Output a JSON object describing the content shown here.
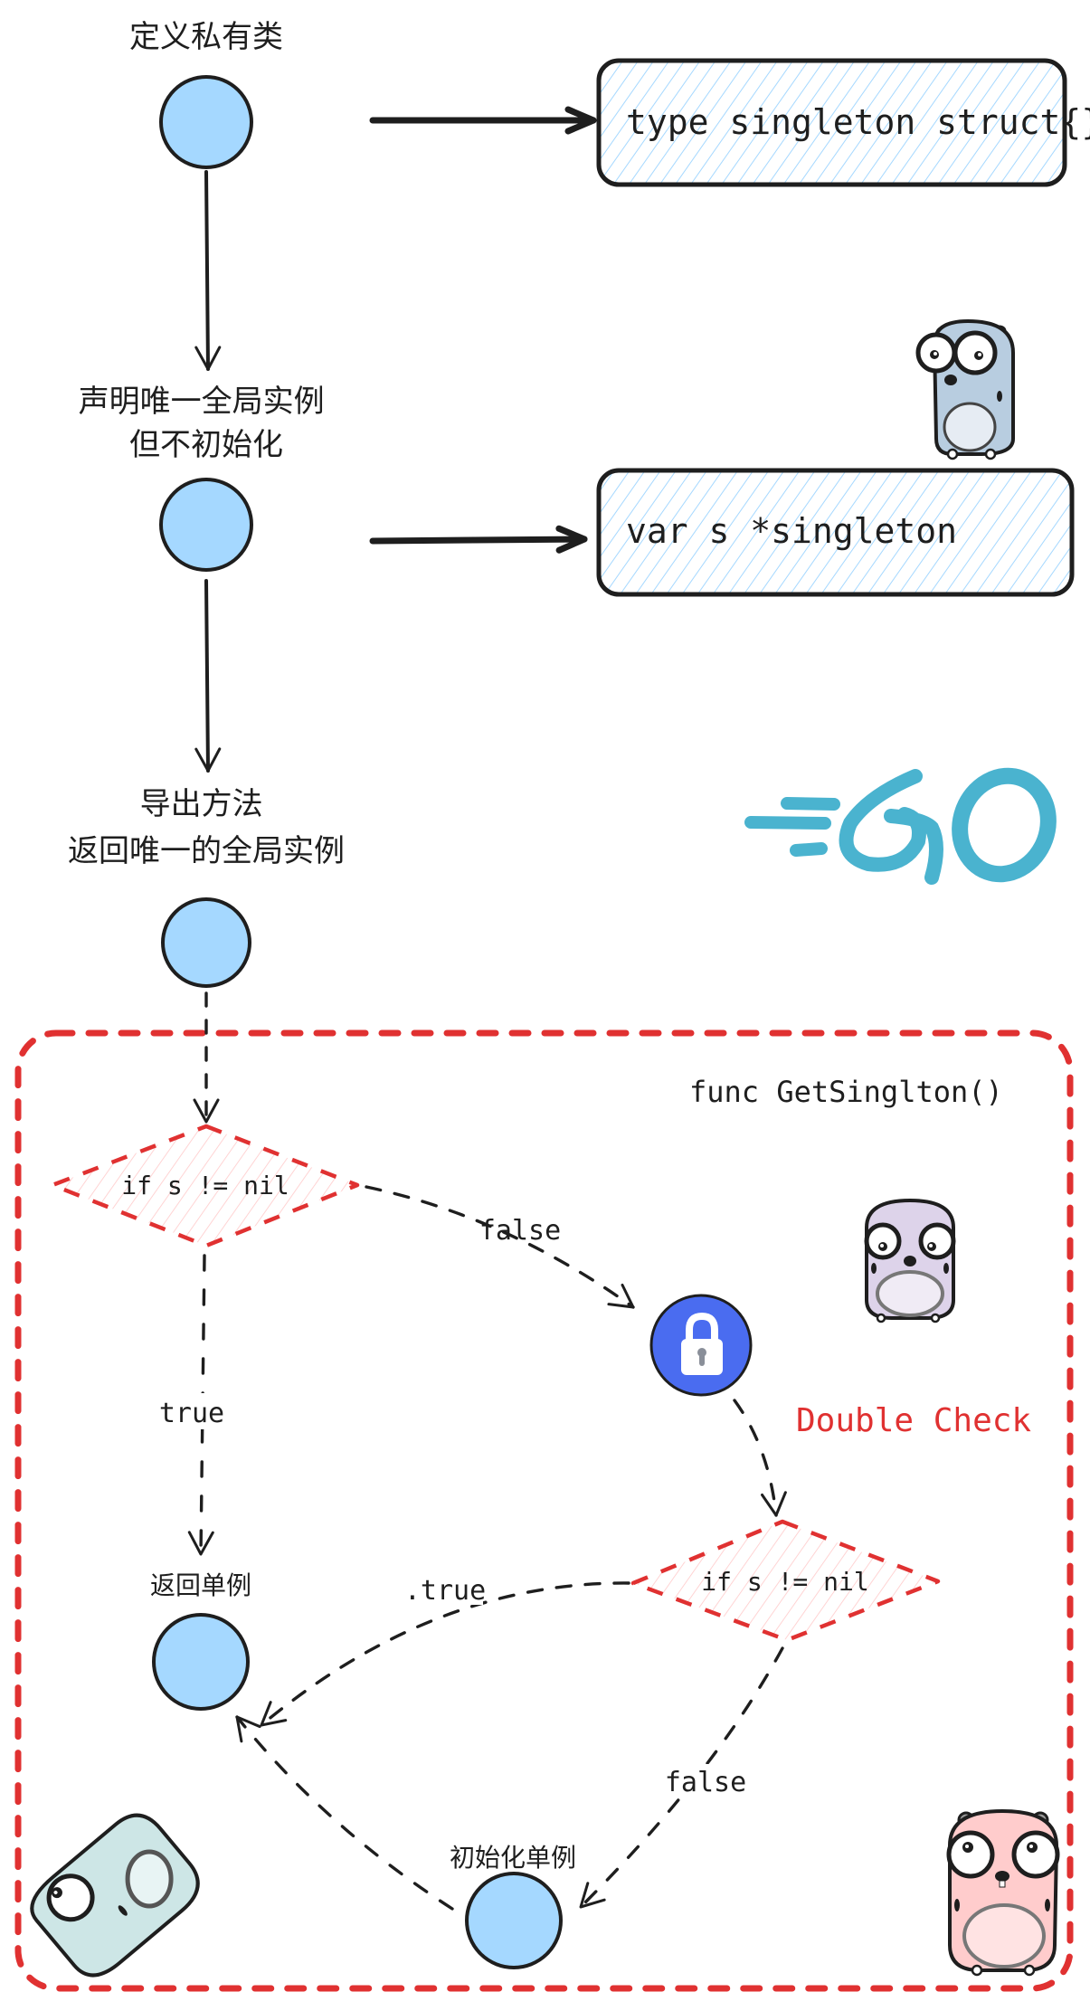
{
  "colors": {
    "stroke": "#1e1e1e",
    "node_fill": "#a5d8ff",
    "hatch_blue": "#a5d8ff",
    "hatch_red": "#ffc9c9",
    "accent_red": "#e03131",
    "lock_blue": "#4a6cf0",
    "go_cyan": "#4ab3cf"
  },
  "steps": [
    {
      "label_lines": [
        "定义私有类"
      ]
    },
    {
      "label_lines": [
        "声明唯一全局实例",
        "但不初始化"
      ]
    },
    {
      "label_lines": [
        "导出方法",
        "返回唯一的全局实例"
      ]
    }
  ],
  "code_boxes": [
    {
      "text": "type singleton struct{}"
    },
    {
      "text": "var s *singleton"
    }
  ],
  "logo": {
    "text": "GO"
  },
  "func_group": {
    "title": "func GetSinglton()",
    "note": "Double Check",
    "decision_1": {
      "text": "if s != nil"
    },
    "decision_2": {
      "text": "if s != nil"
    },
    "lock_icon": "lock-icon",
    "return_node": {
      "label": "返回单例"
    },
    "init_node": {
      "label": "初始化单例"
    },
    "edges": {
      "d1_true": "true",
      "d1_false": "false",
      "d2_true": ".true",
      "d2_false": "false"
    }
  },
  "mascots": [
    "gopher-blue",
    "gopher-purple",
    "gopher-teal",
    "gopher-pink"
  ]
}
